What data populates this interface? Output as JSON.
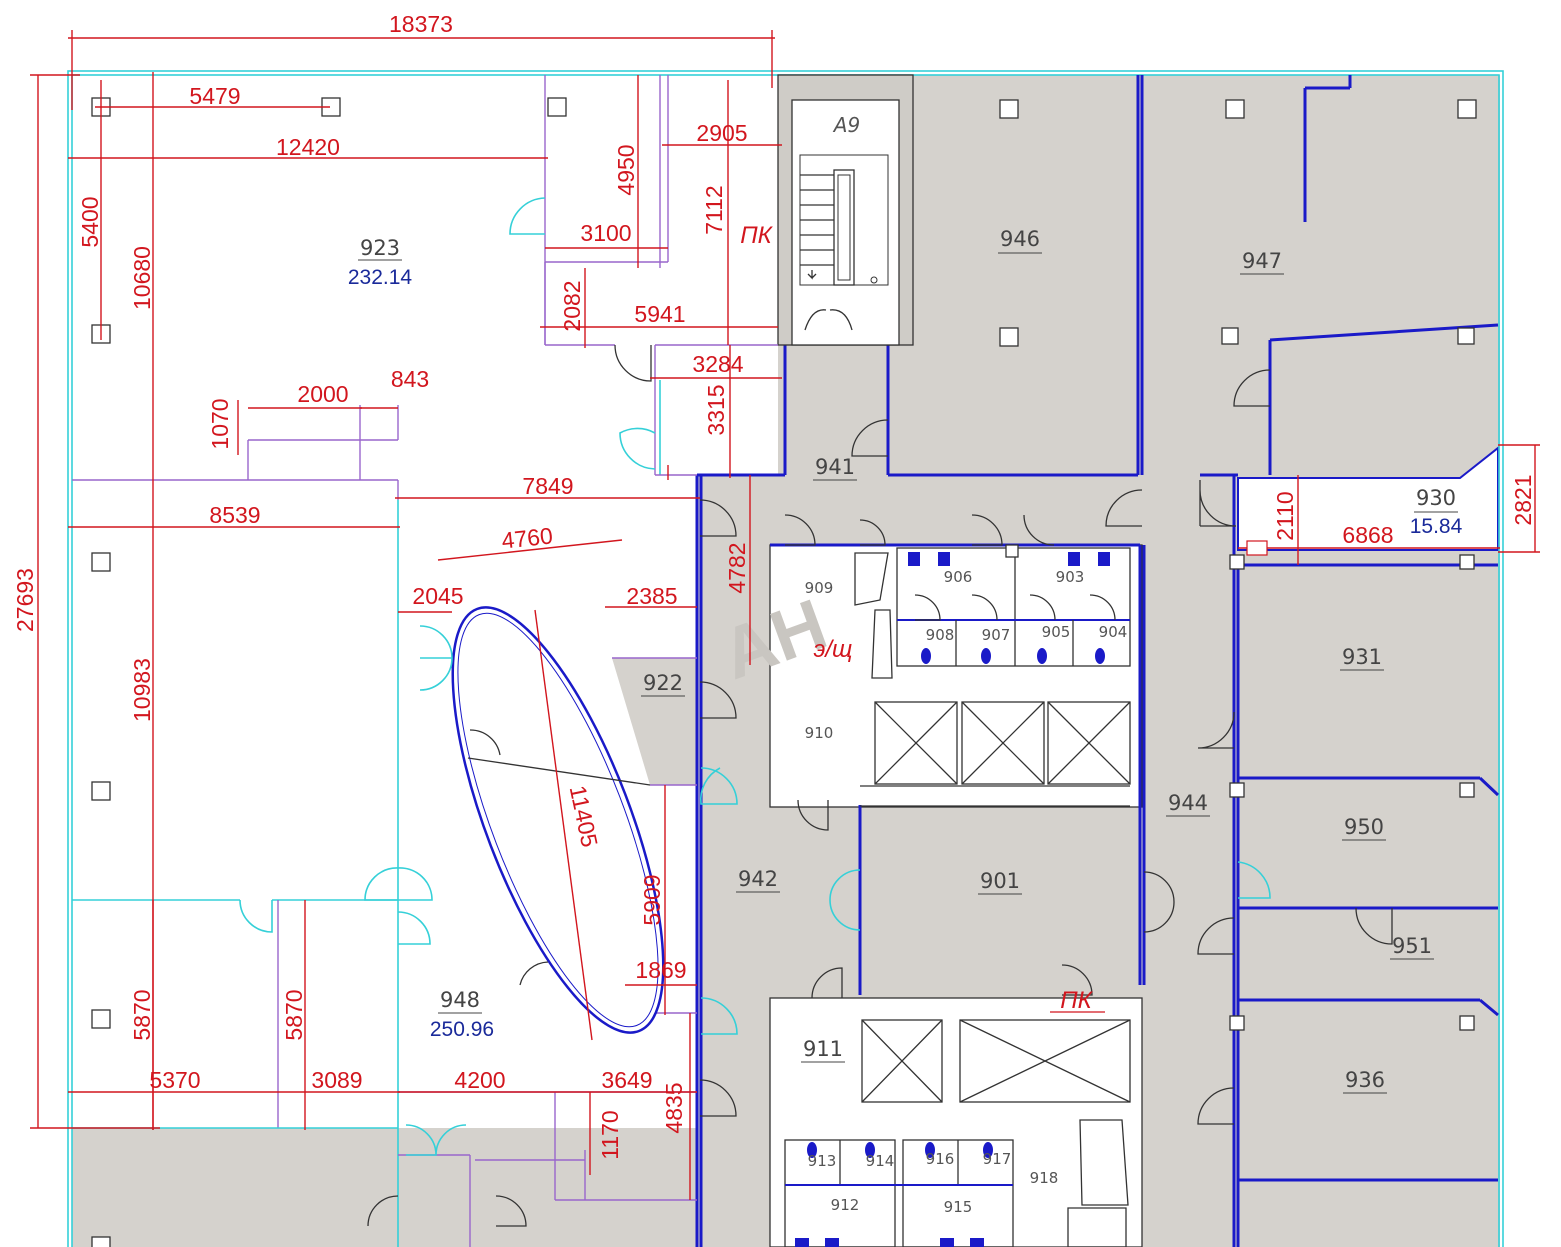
{
  "plan": {
    "dimensions": [
      "18373",
      "5479",
      "12420",
      "2905",
      "4950",
      "7112",
      "5400",
      "10680",
      "3100",
      "2082",
      "5941",
      "3284",
      "3315",
      "843",
      "2000",
      "1070",
      "7849",
      "8539",
      "4760",
      "2045",
      "2385",
      "4782",
      "10983",
      "11405",
      "5909",
      "1869",
      "5870",
      "5870",
      "5370",
      "3089",
      "4200",
      "3649",
      "1170",
      "4835",
      "27693",
      "2110",
      "6868",
      "2821"
    ],
    "rooms": [
      {
        "number": "923",
        "area": "232.14"
      },
      {
        "number": "946"
      },
      {
        "number": "947"
      },
      {
        "number": "941"
      },
      {
        "number": "930",
        "area": "15.84"
      },
      {
        "number": "909"
      },
      {
        "number": "906"
      },
      {
        "number": "903"
      },
      {
        "number": "908"
      },
      {
        "number": "907"
      },
      {
        "number": "905"
      },
      {
        "number": "904"
      },
      {
        "number": "931"
      },
      {
        "number": "922"
      },
      {
        "number": "910"
      },
      {
        "number": "944"
      },
      {
        "number": "950"
      },
      {
        "number": "942"
      },
      {
        "number": "901"
      },
      {
        "number": "951"
      },
      {
        "number": "948",
        "area": "250.96"
      },
      {
        "number": "911"
      },
      {
        "number": "936"
      },
      {
        "number": "913"
      },
      {
        "number": "914"
      },
      {
        "number": "916"
      },
      {
        "number": "917"
      },
      {
        "number": "918"
      },
      {
        "number": "912"
      },
      {
        "number": "915"
      }
    ],
    "marks": {
      "stair": "А9",
      "fire_hose_1": "ПК",
      "fire_hose_2": "ПК",
      "electrical": "э/щ"
    },
    "watermark": "АН"
  }
}
